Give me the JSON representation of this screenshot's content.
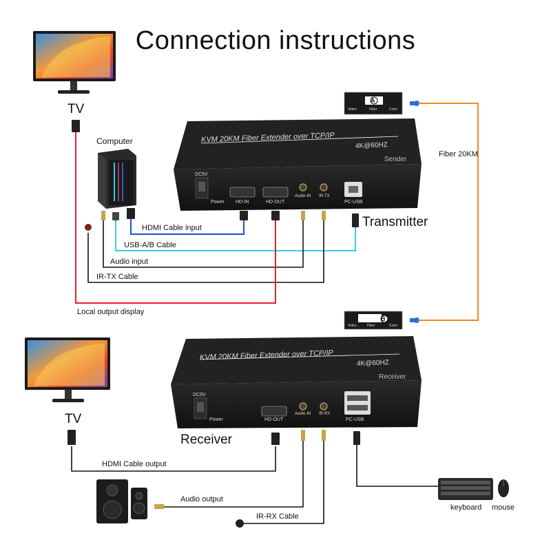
{
  "title": "Connection instructions",
  "devices": {
    "tv_top": "TV",
    "tv_bottom": "TV",
    "computer": "Computer",
    "keyboard": "keyboard",
    "mouse": "mouse"
  },
  "transmitter": {
    "label": "Transmitter",
    "panel_text": "KVM 20KM Fiber Extender over TCP/IP",
    "panel_sub": "4K@60HZ",
    "role": "Sender",
    "ports": [
      "DC5V",
      "Power",
      "HD-IN",
      "HD-OUT",
      "Audio-IN",
      "IR-TX",
      "PC-USB"
    ]
  },
  "receiver": {
    "label": "Receiver",
    "panel_text": "KVM 20KM Fiber Extender over TCP/IP",
    "panel_sub": "4K@60HZ",
    "role": "Receiver",
    "ports": [
      "DC5V",
      "Power",
      "HD-OUT",
      "Audio-IN",
      "IR-RX",
      "PC-USB"
    ]
  },
  "fiber": {
    "label": "Fiber 20KM",
    "module_a": "A",
    "module_b": "B",
    "module_ports": [
      "Video",
      "Fiber",
      "Conn"
    ]
  },
  "cables": {
    "hdmi_input": "HDMI Cable input",
    "usb_ab": "USB-A/B Cable",
    "audio_input": "Audio input",
    "ir_tx": "IR-TX Cable",
    "local_output": "Local output display",
    "hdmi_output": "HDMI Cable output",
    "audio_output": "Audio output",
    "ir_rx": "IR-RX Cable"
  },
  "colors": {
    "hdmi_in": "#1f4fd6",
    "usb": "#35d2d8",
    "local": "#e8202a",
    "fiber": "#f08a1c",
    "black_cable": "#111111"
  }
}
